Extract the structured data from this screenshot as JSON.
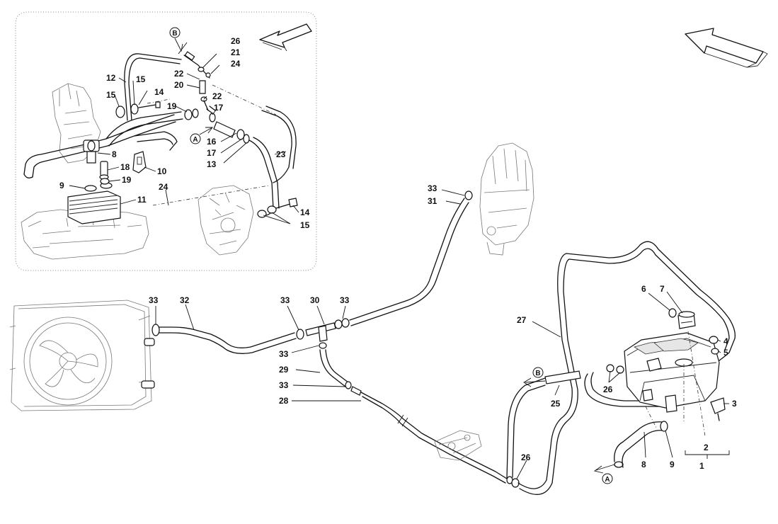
{
  "callouts": {
    "c26a": "26",
    "c21": "21",
    "c24a": "24",
    "c22a": "22",
    "c20": "20",
    "c22b": "22",
    "c12": "12",
    "c15a": "15",
    "c15b": "15",
    "c14a": "14",
    "c19a": "19",
    "c17a": "17",
    "c16": "16",
    "c17b": "17",
    "c13": "13",
    "c23": "23",
    "c8": "8",
    "c18": "18",
    "c10": "10",
    "c19b": "19",
    "c9a": "9",
    "c11": "11",
    "c24b": "24",
    "c14b": "14",
    "c15c": "15",
    "c33a": "33",
    "c31": "31",
    "c33b": "33",
    "c32": "32",
    "c33c": "33",
    "c30": "30",
    "c33d": "33",
    "c33e": "33",
    "c29": "29",
    "c33f": "33",
    "c28": "28",
    "c27": "27",
    "c6": "6",
    "c7": "7",
    "c4": "4",
    "c5": "5",
    "c26b": "26",
    "c25": "25",
    "c3": "3",
    "c8b": "8",
    "c9b": "9",
    "c2": "2",
    "c1": "1",
    "c26c": "26"
  },
  "refs": {
    "b_top": "B",
    "a_inset": "A",
    "b_main": "B",
    "a_main": "A"
  }
}
